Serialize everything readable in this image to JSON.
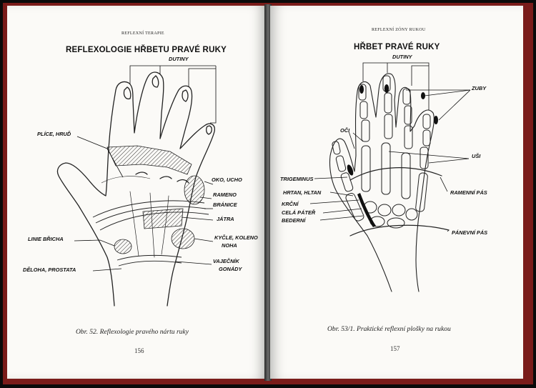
{
  "left_page": {
    "running_header": "REFLEXNÍ TERAPIE",
    "title": "REFLEXOLOGIE HŘBETU PRAVÉ RUKY",
    "labels": {
      "dutiny": "DUTINY",
      "plice": "PLÍCE, HRUĎ",
      "oko": "OKO, UCHO",
      "rameno": "RAMENO",
      "branice": "BRÁNICE",
      "jatra": "JÁTRA",
      "linie": "LINIE BŘICHA",
      "kycle": "KYČLE, KOLENO",
      "noha": "NOHA",
      "vajecnik": "VAJEČNÍK",
      "gonady": "GONÁDY",
      "deloha": "DĚLOHA, PROSTATA"
    },
    "caption": "Obr. 52. Reflexologie pravého nártu ruky",
    "page_number": "156"
  },
  "right_page": {
    "running_header": "REFLEXNÍ ZÓNY RUKOU",
    "title": "HŘBET PRAVÉ RUKY",
    "labels": {
      "dutiny": "DUTINY",
      "zuby": "ZUBY",
      "oci": "OČI",
      "usi": "UŠI",
      "trigeminus": "TRIGEMINUS",
      "hrtan": "HRTAN, HLTAN",
      "krcni": "KRČNÍ",
      "cela": "CELÁ PÁTEŘ",
      "bederni": "BEDERNÍ",
      "ramenni": "RAMENNÍ PÁS",
      "panevni": "PÁNEVNÍ PÁS"
    },
    "caption": "Obr. 53/1. Praktické reflexní plošky na rukou",
    "page_number": "157"
  },
  "colors": {
    "cover": "#7a1c1a",
    "paper": "#fbfaf7",
    "ink": "#111111"
  }
}
